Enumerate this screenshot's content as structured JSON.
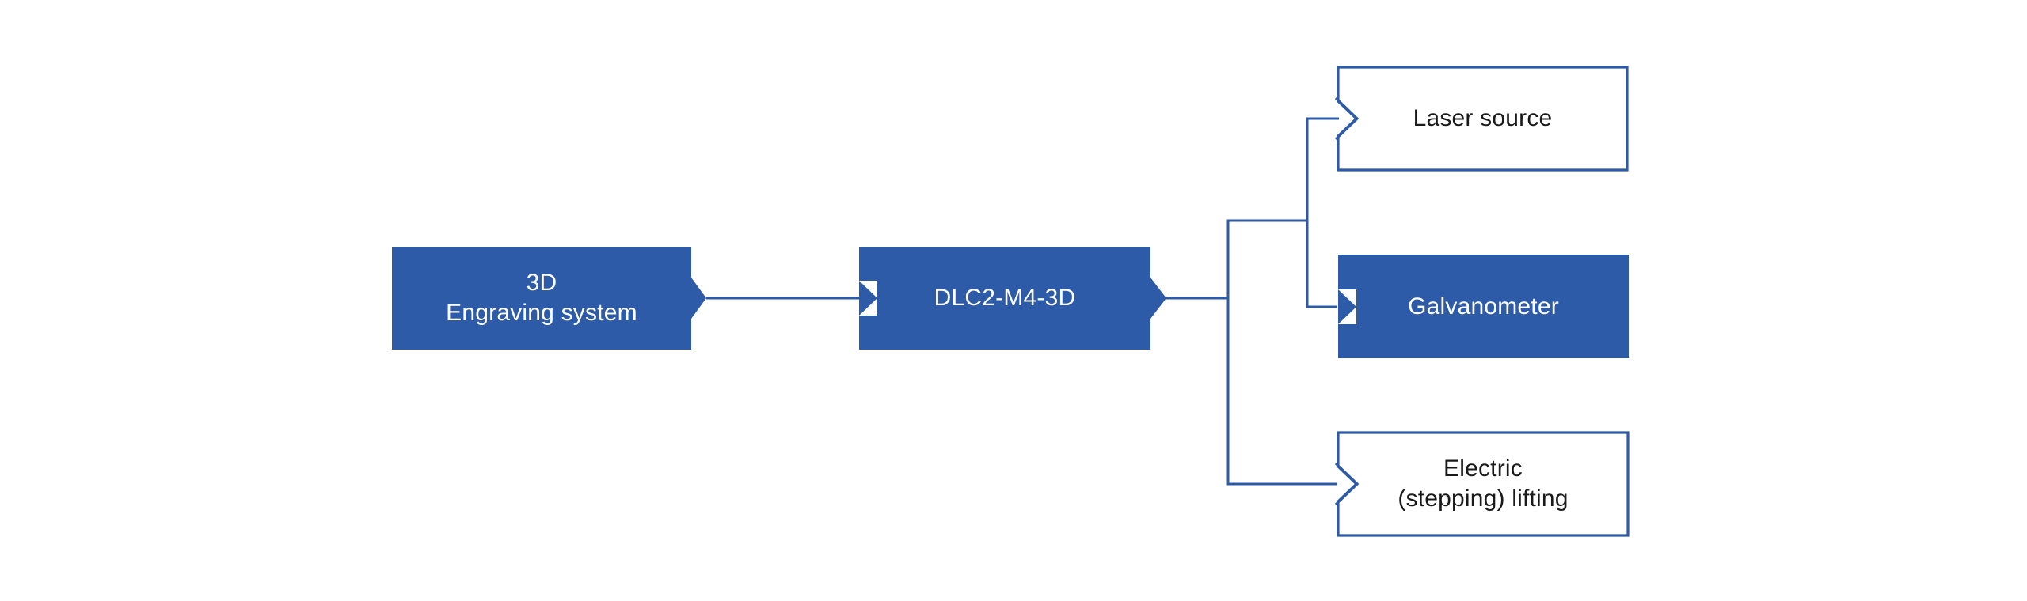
{
  "colors": {
    "accent_blue": "#2d5ba7",
    "background": "#ffffff",
    "text_on_blue": "#ffffff",
    "text_on_white": "#1a1a1a"
  },
  "nodes": [
    {
      "name": "engraving-system",
      "style": "filled",
      "lines": [
        "3D",
        "Engraving system"
      ]
    },
    {
      "name": "dlc2-m4-3d",
      "style": "filled",
      "lines": [
        "DLC2-M4-3D"
      ]
    },
    {
      "name": "laser-source",
      "style": "outlined",
      "lines": [
        "Laser source"
      ]
    },
    {
      "name": "galvanometer",
      "style": "filled",
      "lines": [
        "Galvanometer"
      ]
    },
    {
      "name": "electric-lifting",
      "style": "outlined",
      "lines": [
        "Electric",
        "(stepping) lifting"
      ]
    }
  ]
}
